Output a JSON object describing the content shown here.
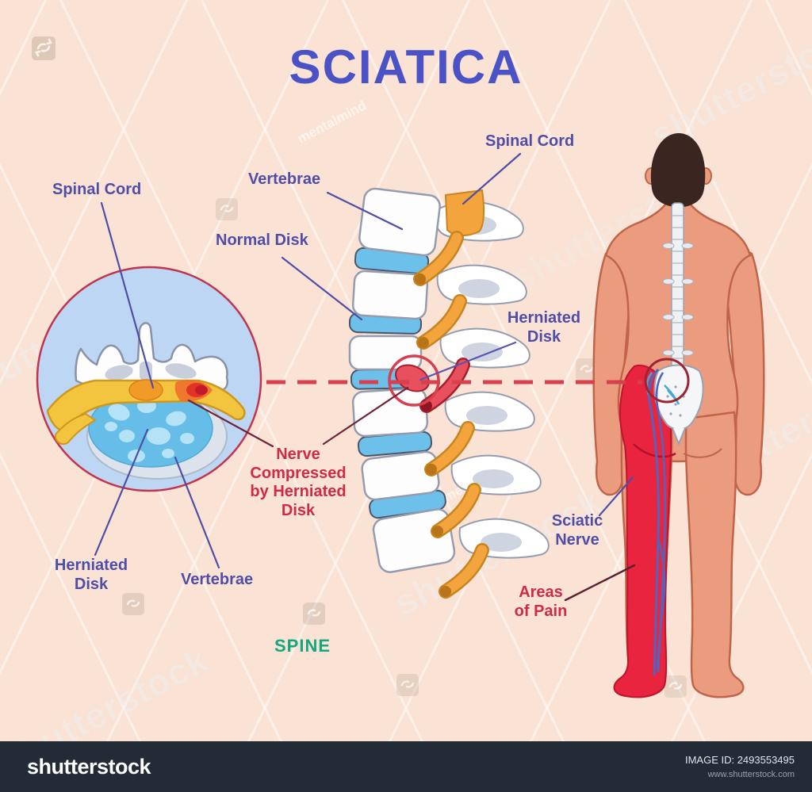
{
  "title": "SCIATICA",
  "inset": {
    "spinal_cord_label": "Spinal Cord",
    "herniated_disk_label": "Herniated Disk",
    "vertebrae_label": "Vertebrae"
  },
  "spine_view": {
    "vertebrae_label": "Vertebrae",
    "normal_disk_label": "Normal Disk",
    "spinal_cord_label": "Spinal Cord",
    "herniated_disk_label": "Herniated Disk",
    "nerve_compressed_label": "Nerve Compressed by Herniated Disk",
    "caption": "SPINE"
  },
  "body_view": {
    "sciatic_nerve_label": "Sciatic Nerve",
    "areas_of_pain_label": "Areas of Pain"
  },
  "watermark": {
    "brand": "shutterstock",
    "credit": "mentalmind"
  },
  "footer": {
    "logo": "shutterstock",
    "image_id": "IMAGE ID: 2493553495",
    "url": "www.shutterstock.com"
  },
  "colors": {
    "background": "#FAE3D5",
    "title_blue": "#4A52C6",
    "label_purple": "#4F4DA6",
    "label_red": "#CE2B45",
    "caption_green": "#12A77E",
    "dashed_red": "#D8404E",
    "skin": "#EB9B7E",
    "pain_red": "#E9243E",
    "disk_blue": "#6CC0EA",
    "nerve_orange": "#F4A43C",
    "footer_bg": "#232B36"
  }
}
